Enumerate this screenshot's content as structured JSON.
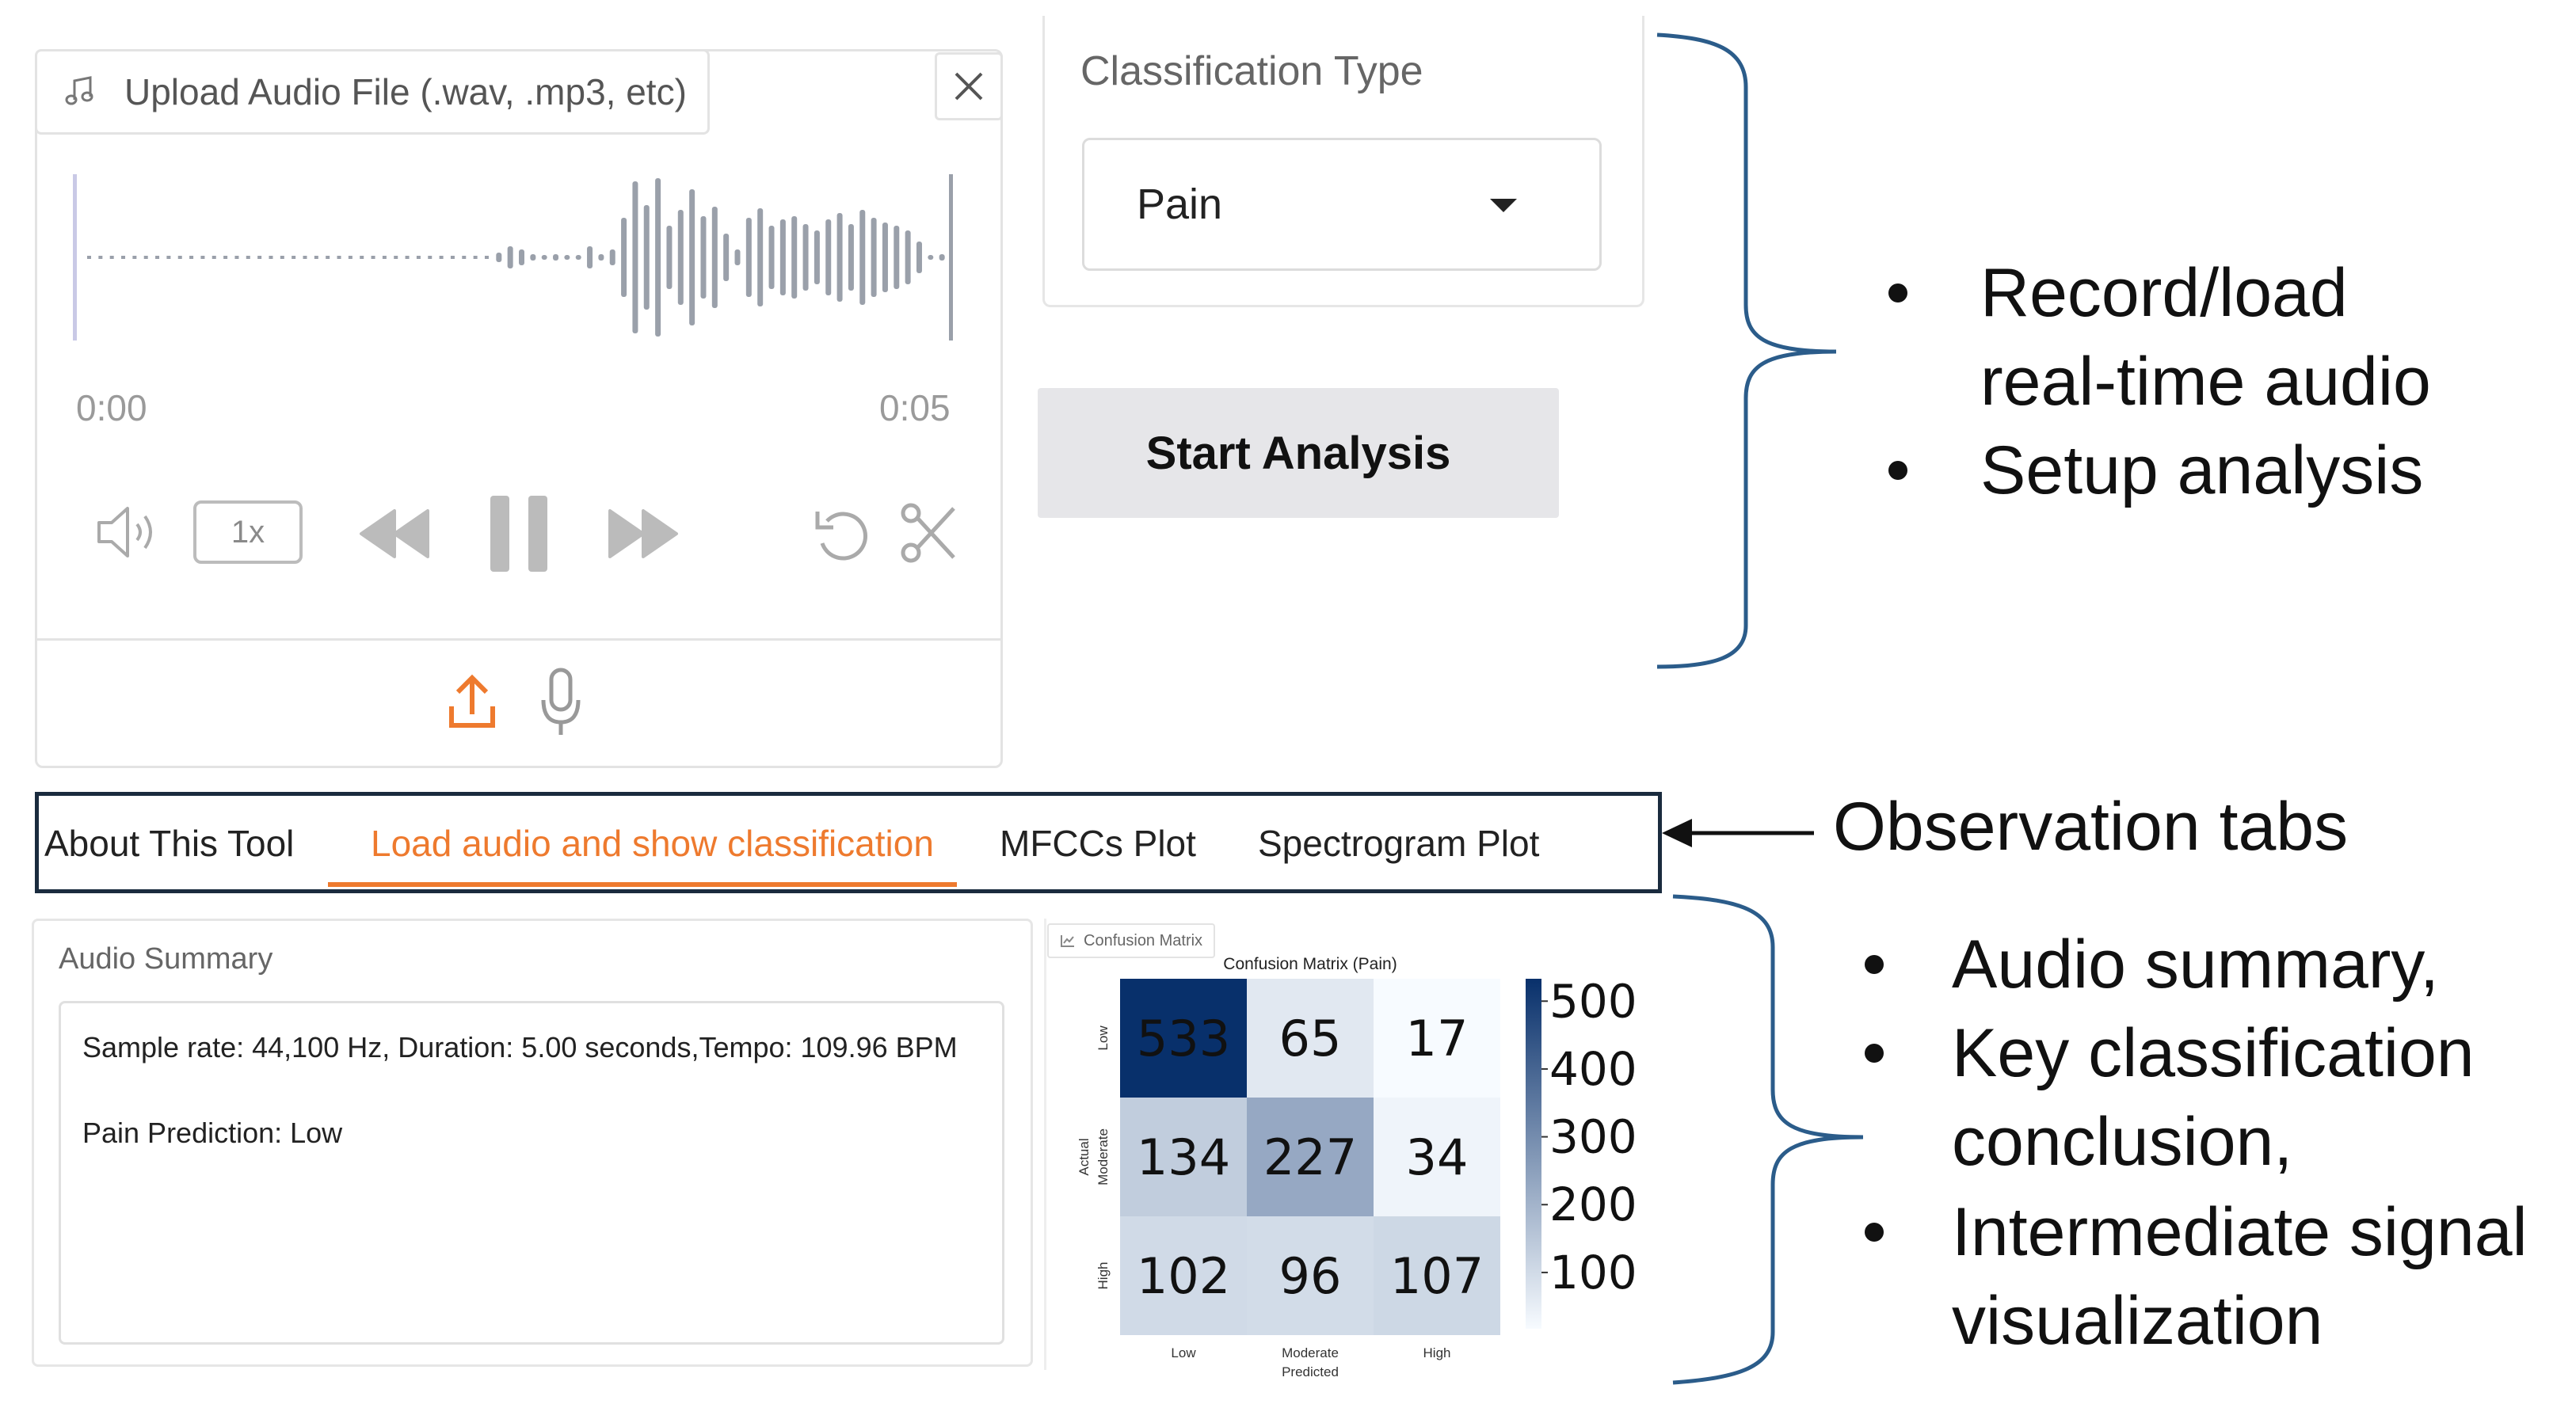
{
  "audio_input": {
    "label": "Upload Audio File (.wav, .mp3, etc)",
    "time_start": "0:00",
    "time_end": "0:05",
    "speed": "1x",
    "icons": [
      "music-note-icon",
      "close-icon",
      "volume-icon",
      "rewind-icon",
      "pause-icon",
      "fast-forward-icon",
      "undo-icon",
      "scissors-icon",
      "upload-icon",
      "microphone-icon"
    ],
    "accent_color": "#ee7a2e"
  },
  "classification": {
    "label": "Classification Type",
    "selected": "Pain"
  },
  "start_button": "Start Analysis",
  "annotations": {
    "setup_bullets": [
      "Record/load real-time audio",
      "Setup analysis"
    ],
    "setup_bullet_lines": [
      "Record/load",
      "real-time audio",
      "Setup analysis"
    ],
    "tabs_note": "Observation tabs",
    "output_bullets": [
      "Audio summary,",
      "Key classification conclusion,",
      "Intermediate signal visualization"
    ],
    "output_bullet_lines": [
      "Audio summary,",
      "Key classification",
      "conclusion,",
      "Intermediate signal",
      "visualization"
    ]
  },
  "tabs": [
    {
      "label": "About This Tool",
      "active": false
    },
    {
      "label": "Load audio and show classification",
      "active": true
    },
    {
      "label": "MFCCs Plot",
      "active": false
    },
    {
      "label": "Spectrogram Plot",
      "active": false
    }
  ],
  "summary": {
    "title": "Audio Summary",
    "line1": "Sample rate: 44,100 Hz, Duration: 5.00 seconds,Tempo: 109.96 BPM",
    "line2": "Pain Prediction: Low"
  },
  "confusion_matrix": {
    "tag": "Confusion Matrix"
  },
  "chart_data": {
    "type": "heatmap",
    "title": "Confusion Matrix (Pain)",
    "xlabel": "Predicted",
    "ylabel": "Actual",
    "x_categories": [
      "Low",
      "Moderate",
      "High"
    ],
    "y_categories": [
      "Low",
      "Moderate",
      "High"
    ],
    "values": [
      [
        533,
        65,
        17
      ],
      [
        134,
        227,
        34
      ],
      [
        102,
        96,
        107
      ]
    ],
    "colorbar_ticks": [
      500,
      400,
      300,
      200,
      100
    ],
    "colorbar_range": [
      17,
      533
    ],
    "colormap": "Blues"
  }
}
